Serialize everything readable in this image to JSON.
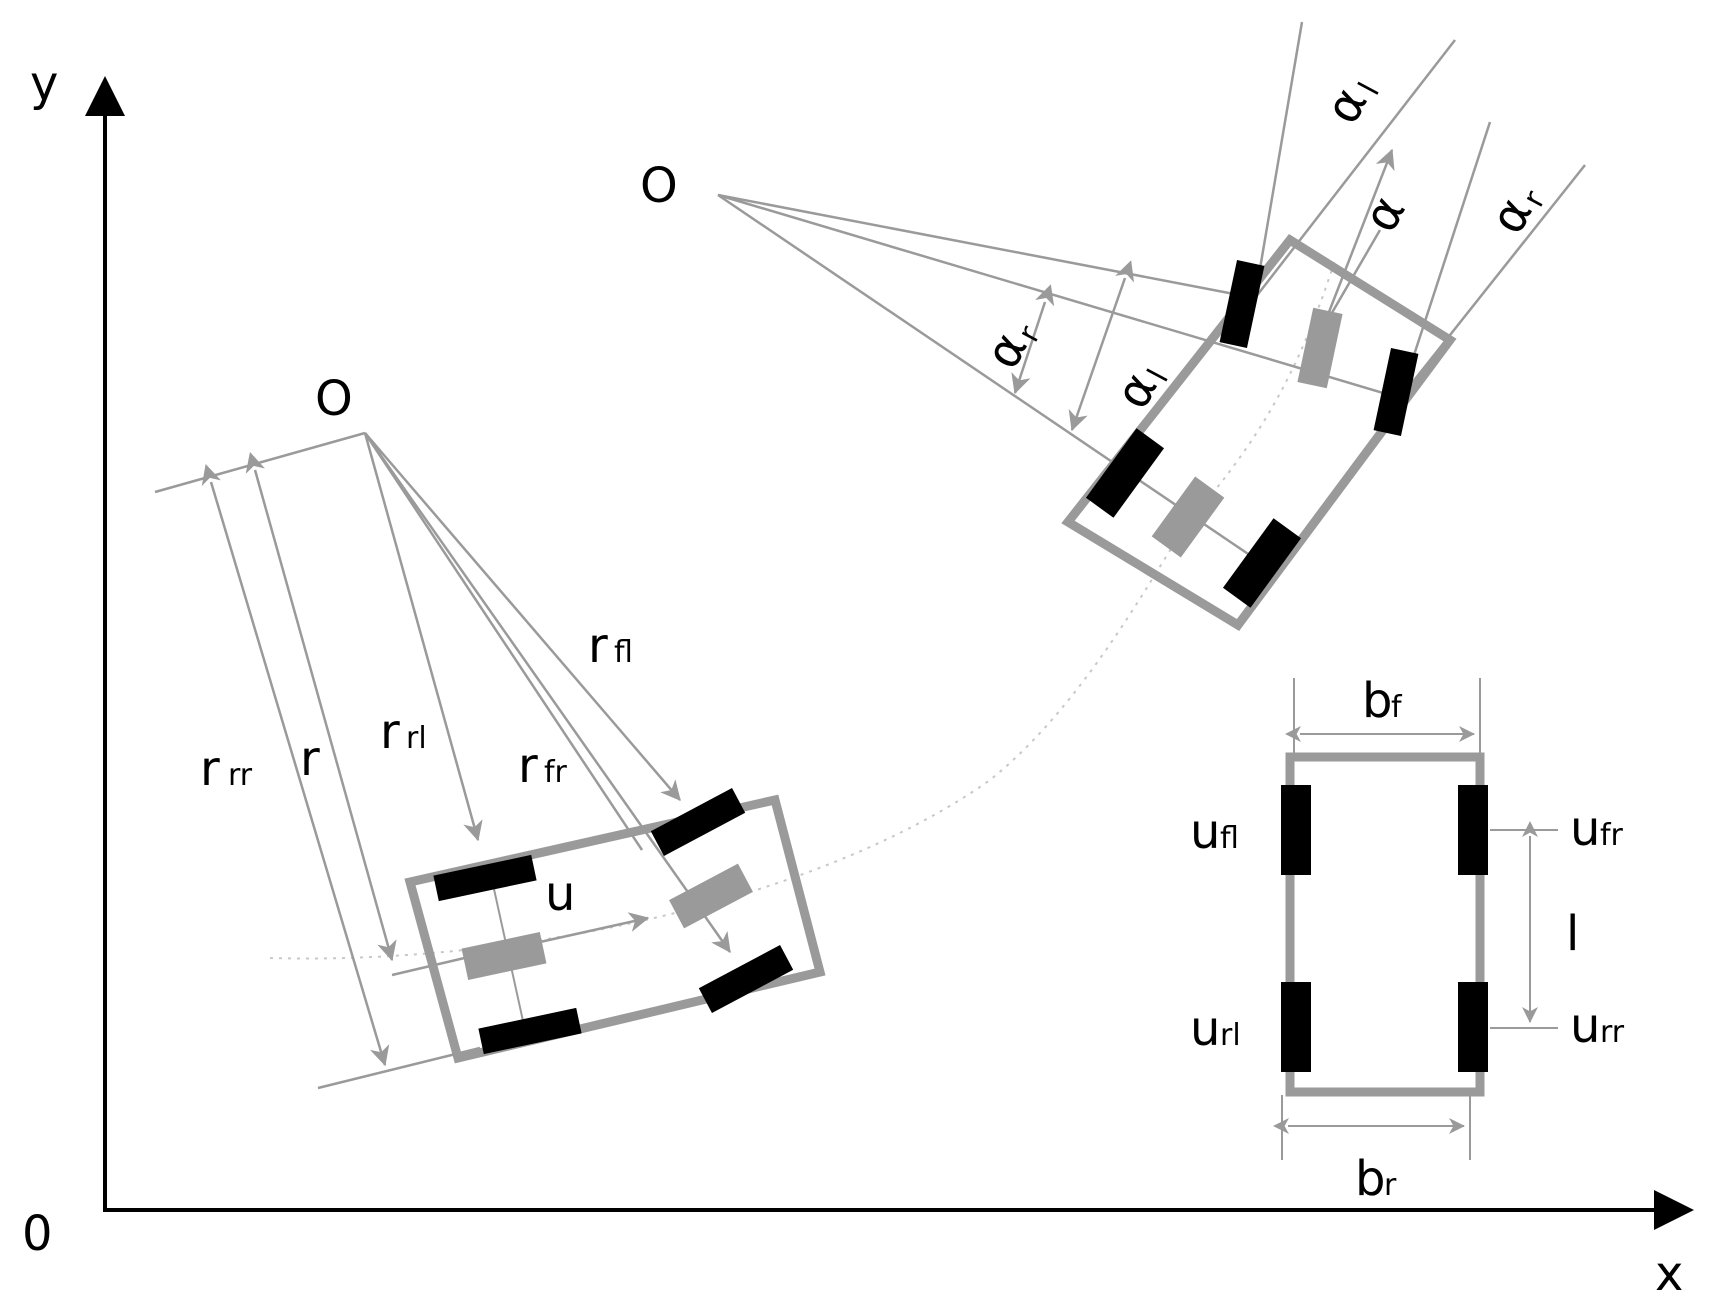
{
  "axes": {
    "y_label": "y",
    "x_label": "x",
    "origin_label": "0"
  },
  "vehicle_left": {
    "center_label": "O",
    "labels": {
      "r_rr_main": "r",
      "r_rr_sub": "rr",
      "r": "r",
      "r_rl_main": "r",
      "r_rl_sub": "rl",
      "r_fr_main": "r",
      "r_fr_sub": "fr",
      "r_fl_main": "r",
      "r_fl_sub": "fl",
      "u": "u"
    }
  },
  "vehicle_right": {
    "center_label": "O",
    "labels": {
      "alpha_l_top": "α",
      "alpha_l_top_sub": "l",
      "alpha_center": "α",
      "alpha_r_top": "α",
      "alpha_r_top_sub": "r",
      "alpha_r_arc": "α",
      "alpha_r_arc_sub": "r",
      "alpha_l_arc": "α",
      "alpha_l_arc_sub": "l"
    }
  },
  "layout_schematic": {
    "bf_main": "b",
    "bf_sub": "f",
    "br_main": "b",
    "br_sub": "r",
    "ufl_main": "u",
    "ufl_sub": "fl",
    "ufr_main": "u",
    "ufr_sub": "fr",
    "url_main": "u",
    "url_sub": "rl",
    "urr_main": "u",
    "urr_sub": "rr",
    "l_label": "l"
  }
}
